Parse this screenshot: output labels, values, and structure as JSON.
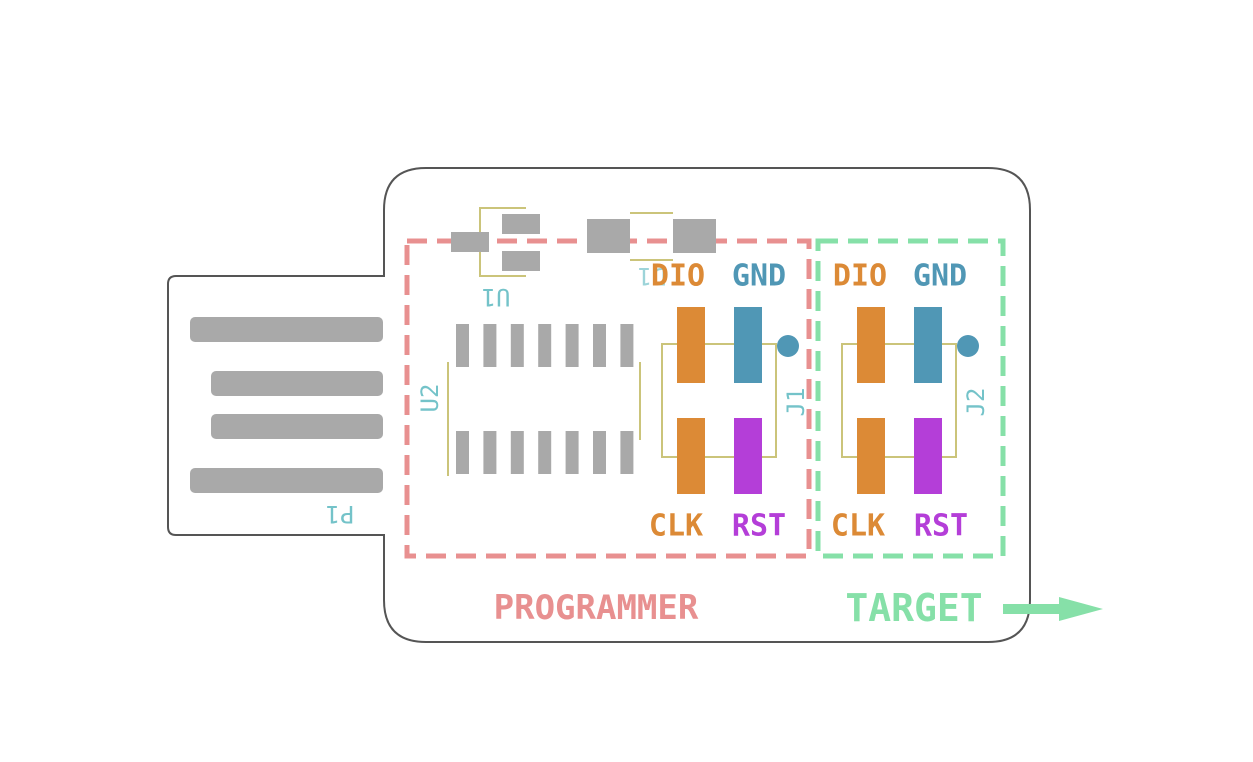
{
  "colors": {
    "outline": "#555555",
    "pad_gray": "#a9a9a9",
    "silk": "#cbc47a",
    "ref_text": "#74c3c9",
    "programmer": "#e89090",
    "target": "#86e0a8",
    "dio": "#dc8a36",
    "gnd": "#5097b5",
    "rst": "#b43ed8"
  },
  "refs": {
    "p1": "P1",
    "u1": "U1",
    "u2": "U2",
    "d1": "D1",
    "j1": "J1",
    "j2": "J2"
  },
  "programmer": {
    "label": "PROGRAMMER",
    "pins": {
      "dio": "DIO",
      "gnd": "GND",
      "clk": "CLK",
      "rst": "RST"
    }
  },
  "target": {
    "label": "TARGET",
    "pins": {
      "dio": "DIO",
      "gnd": "GND",
      "clk": "CLK",
      "rst": "RST"
    }
  }
}
